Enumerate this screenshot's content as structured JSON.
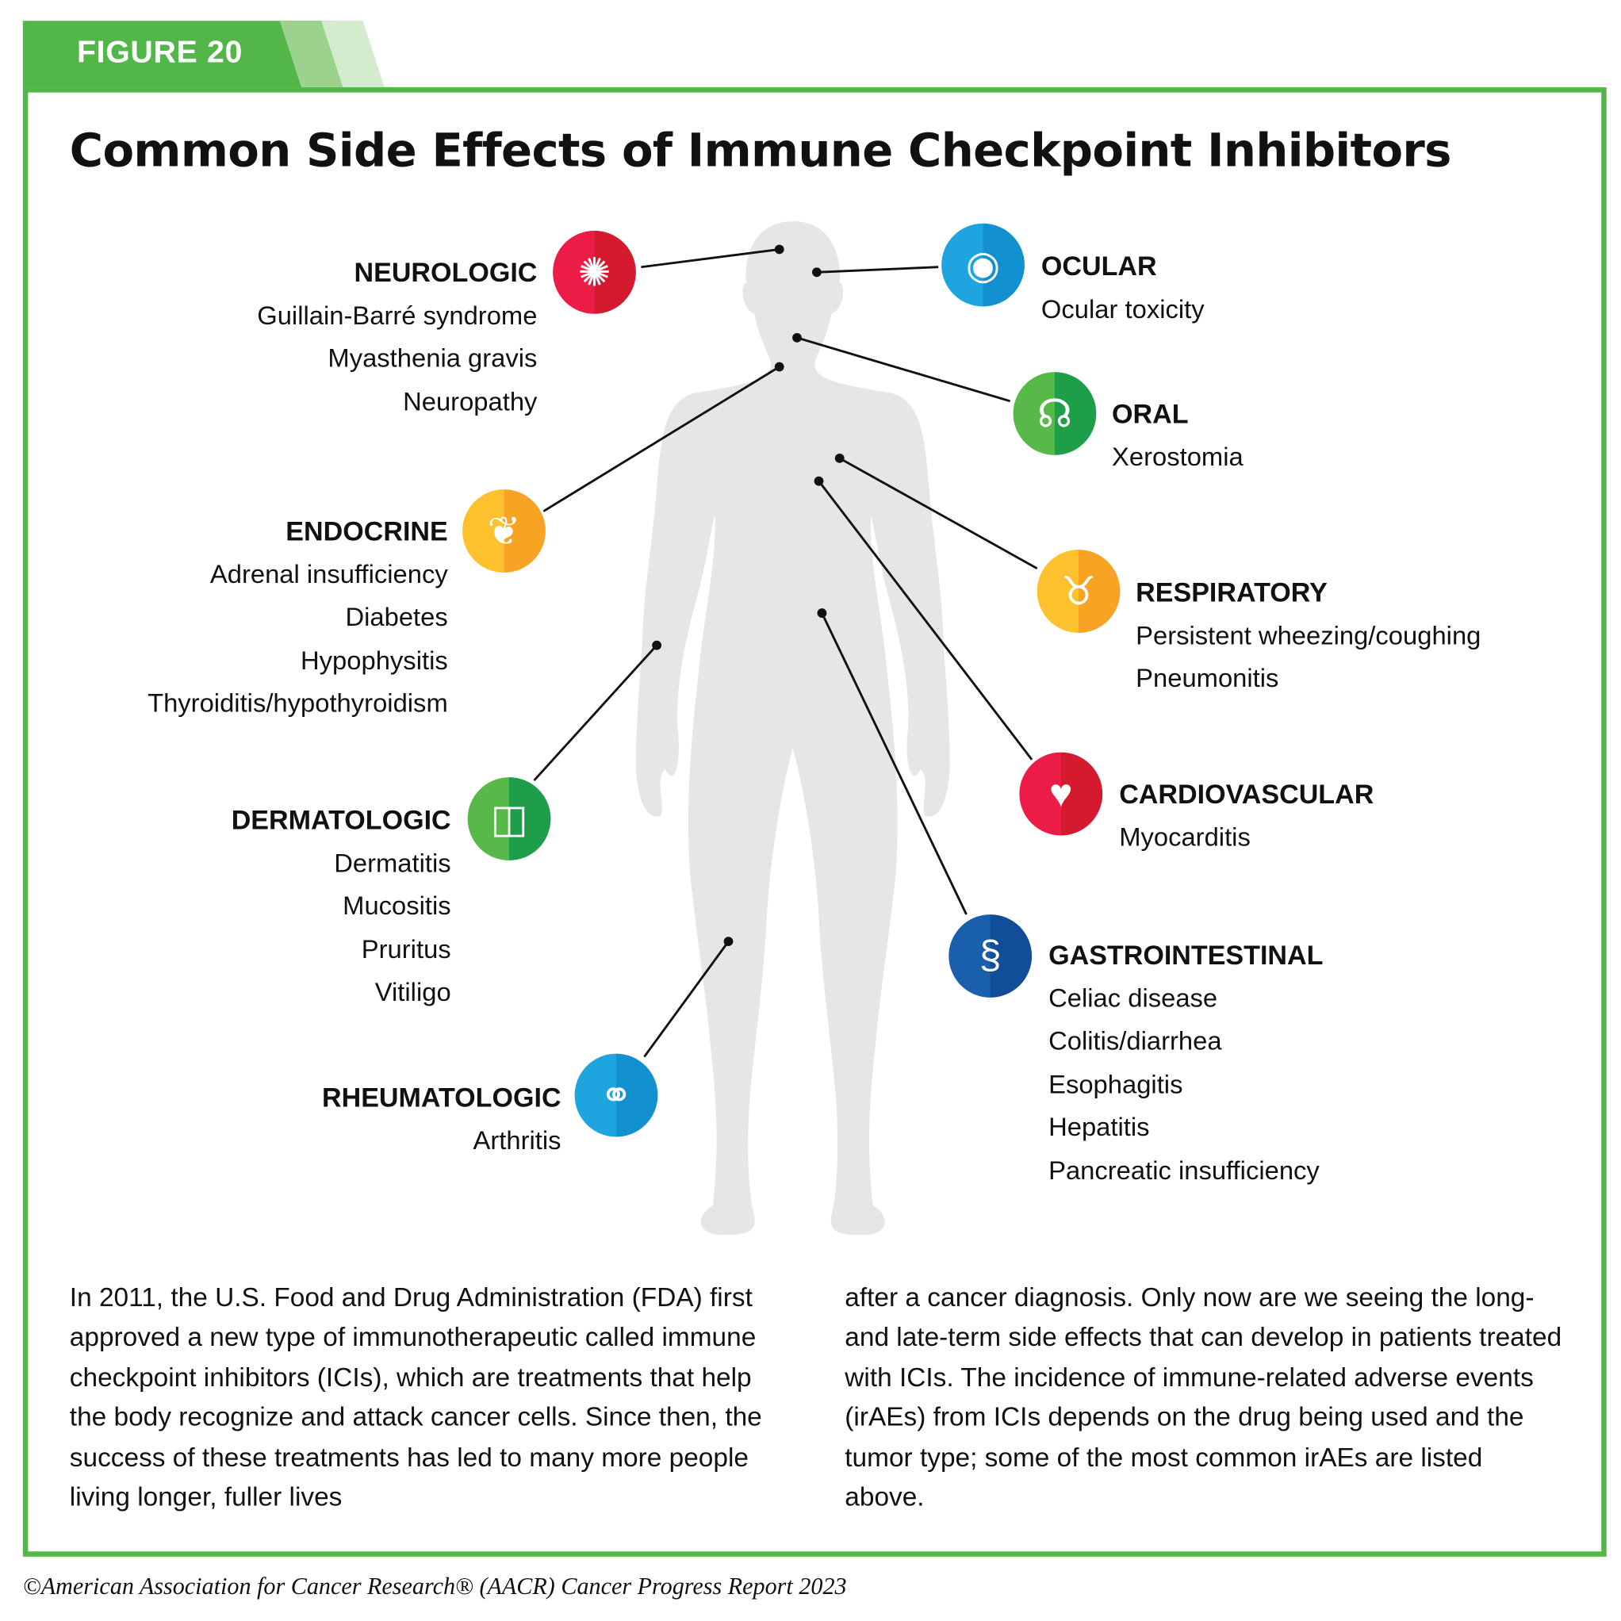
{
  "figure_label": "FIGURE 20",
  "title": "Common Side Effects of Immune Checkpoint Inhibitors",
  "colors": {
    "accent": "#52b748",
    "body": "#e6e6e6"
  },
  "categories": [
    {
      "name": "NEUROLOGIC",
      "icon": "brain-icon",
      "effects": [
        "Guillain-Barré syndrome",
        "Myasthenia gravis",
        "Neuropathy"
      ]
    },
    {
      "name": "OCULAR",
      "icon": "eye-icon",
      "effects": [
        "Ocular toxicity"
      ]
    },
    {
      "name": "ORAL",
      "icon": "mouth-throat-icon",
      "effects": [
        "Xerostomia"
      ]
    },
    {
      "name": "ENDOCRINE",
      "icon": "thyroid-icon",
      "effects": [
        "Adrenal insufficiency",
        "Diabetes",
        "Hypophysitis",
        "Thyroiditis/hypothyroidism"
      ]
    },
    {
      "name": "RESPIRATORY",
      "icon": "lungs-icon",
      "effects": [
        "Persistent wheezing/coughing",
        "Pneumonitis"
      ]
    },
    {
      "name": "DERMATOLOGIC",
      "icon": "skin-hair-icon",
      "effects": [
        "Dermatitis",
        "Mucositis",
        "Pruritus",
        "Vitiligo"
      ]
    },
    {
      "name": "CARDIOVASCULAR",
      "icon": "heart-icon",
      "effects": [
        "Myocarditis"
      ]
    },
    {
      "name": "GASTROINTESTINAL",
      "icon": "stomach-icon",
      "effects": [
        "Celiac disease",
        "Colitis/diarrhea",
        "Esophagitis",
        "Hepatitis",
        "Pancreatic insufficiency"
      ]
    },
    {
      "name": "RHEUMATOLOGIC",
      "icon": "joint-icon",
      "effects": [
        "Arthritis"
      ]
    }
  ],
  "paragraph_left": "In 2011, the U.S. Food and Drug Administration (FDA) first approved a new type of immunotherapeutic called immune checkpoint inhibitors (ICIs), which are treatments that help the body recognize and attack cancer cells. Since then, the success of these treatments has led to many more people living longer, fuller lives",
  "paragraph_right": "after a cancer diagnosis. Only now are we seeing the long- and late-term side effects that can develop in patients treated with ICIs. The incidence of immune-related adverse events (irAEs) from ICIs depends on the drug being used and the tumor type; some of the most common irAEs are listed above.",
  "footer": "©American Association for Cancer Research® (AACR) Cancer Progress Report 2023"
}
